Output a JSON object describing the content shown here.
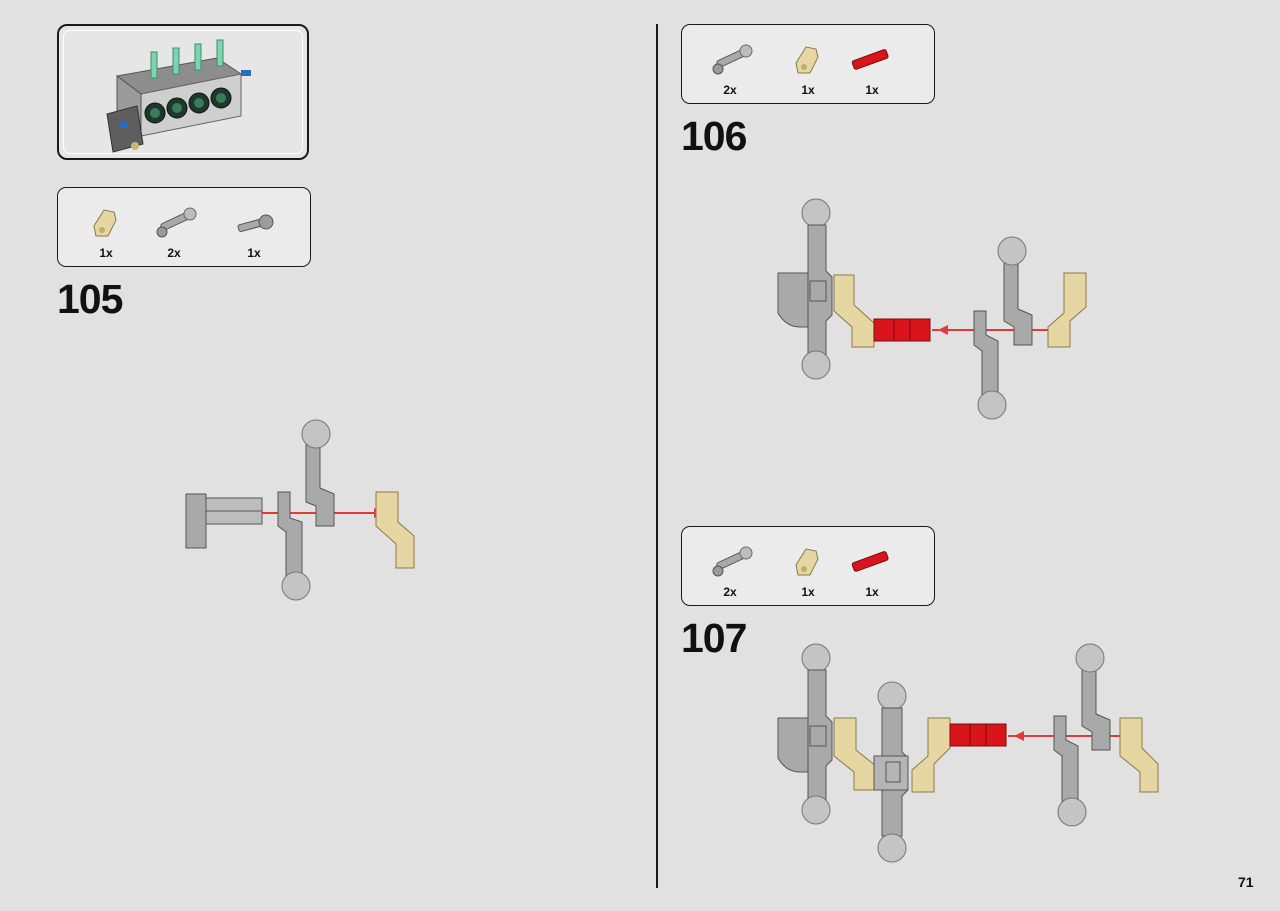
{
  "page": {
    "number": "71"
  },
  "colors": {
    "tan": "#e6d6a2",
    "grey": "#a9a9a9",
    "red": "#d9141a",
    "arrow": "#e23a3a"
  },
  "steps": [
    {
      "number": "105",
      "parts": [
        {
          "icon": "tan-connector-icon",
          "qty": "1x"
        },
        {
          "icon": "grey-ball-link-icon",
          "qty": "2x"
        },
        {
          "icon": "grey-axle-connector-icon",
          "qty": "1x"
        }
      ]
    },
    {
      "number": "106",
      "parts": [
        {
          "icon": "grey-ball-link-icon",
          "qty": "2x"
        },
        {
          "icon": "tan-connector-icon",
          "qty": "1x"
        },
        {
          "icon": "red-axle-icon",
          "qty": "1x"
        }
      ]
    },
    {
      "number": "107",
      "parts": [
        {
          "icon": "grey-ball-link-icon",
          "qty": "2x"
        },
        {
          "icon": "tan-connector-icon",
          "qty": "1x"
        },
        {
          "icon": "red-axle-icon",
          "qty": "1x"
        }
      ]
    }
  ]
}
